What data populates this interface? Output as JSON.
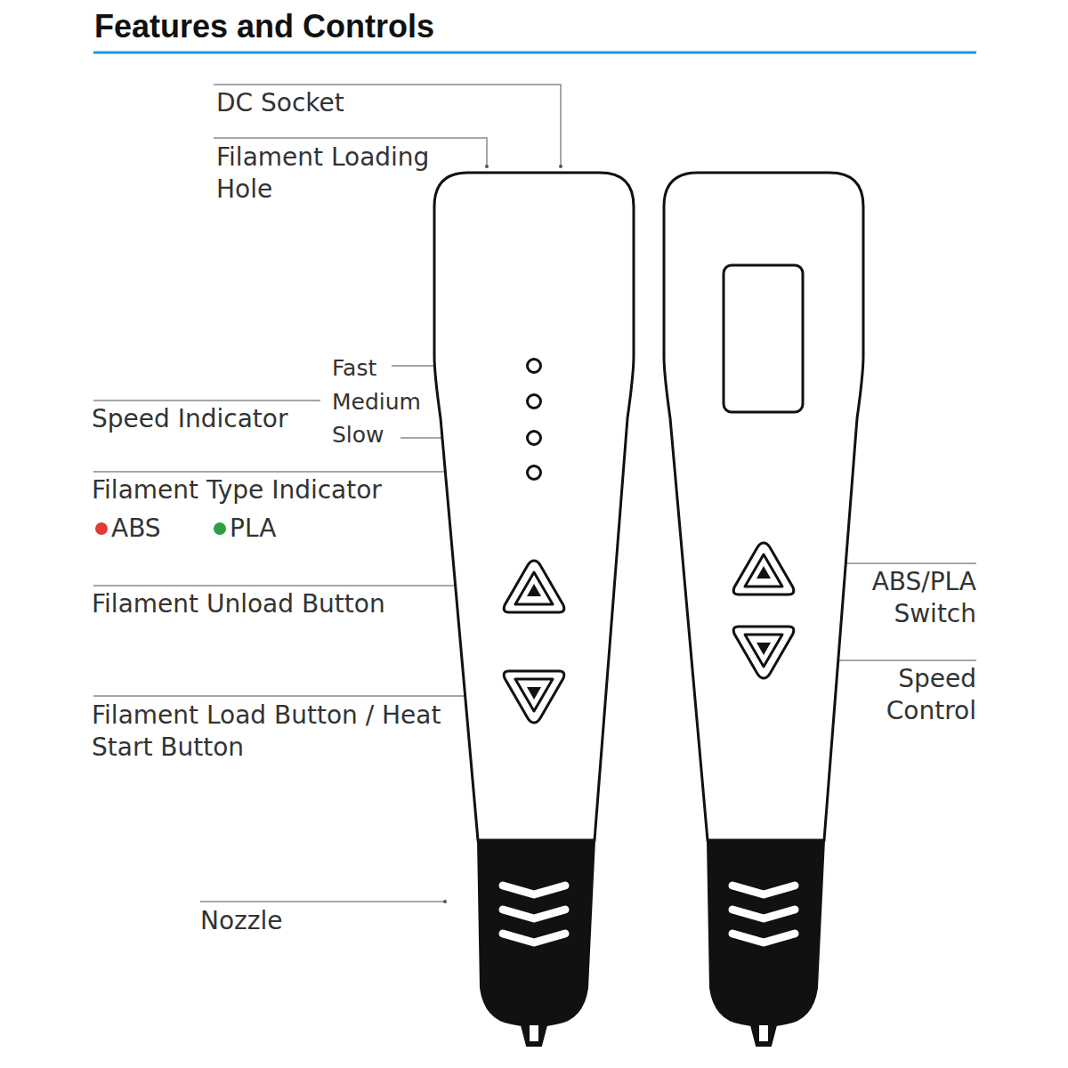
{
  "diagram": {
    "title": "Features and Controls",
    "labels": [
      "DC Socket",
      "Filament Loading Hole",
      "Fast",
      "Medium",
      "Slow",
      "Speed Indicator",
      "Filament Type Indicator",
      "Filament Unload Button",
      "Filament Load Button / Heat Start Button",
      "Nozzle",
      "ABS/PLA Switch",
      "Speed Control"
    ],
    "legend": [
      {
        "text": "ABS",
        "color": "#e53935"
      },
      {
        "text": "PLA",
        "color": "#2e9e3e"
      }
    ]
  }
}
